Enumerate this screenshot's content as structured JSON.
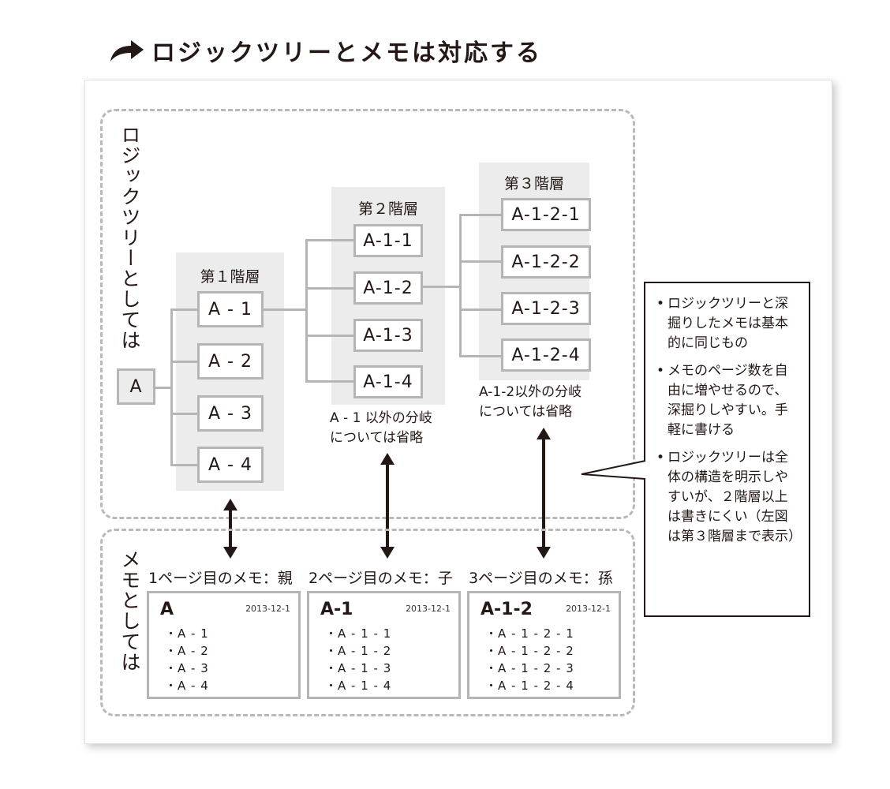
{
  "heading": {
    "icon": "curved-arrow-icon",
    "title": "ロジックツリーとメモは対応する"
  },
  "logic_tree_section": {
    "label": "ロジックツリーとしては",
    "root": {
      "label": "A"
    },
    "layers": [
      {
        "title": "第１階層",
        "nodes": [
          "A - 1",
          "A - 2",
          "A - 3",
          "A - 4"
        ],
        "note": ""
      },
      {
        "title": "第２階層",
        "nodes": [
          "A-1-1",
          "A-1-2",
          "A-1-3",
          "A-1-4"
        ],
        "note": "A - 1 以外の分岐\nについては省略"
      },
      {
        "title": "第３階層",
        "nodes": [
          "A-1-2-1",
          "A-1-2-2",
          "A-1-2-3",
          "A-1-2-4"
        ],
        "note": "A-1-2以外の分岐\nについては省略"
      }
    ]
  },
  "memo_section": {
    "label": "メモとしては",
    "memos": [
      {
        "title": "1ページ目のメモ：親",
        "heading": "A",
        "date": "2013-12-1",
        "items": [
          "・A - 1",
          "・A - 2",
          "・A - 3",
          "・A - 4"
        ]
      },
      {
        "title": "2ページ目のメモ：子",
        "heading": "A-1",
        "date": "2013-12-1",
        "items": [
          "・A - 1 - 1",
          "・A - 1 - 2",
          "・A - 1 - 3",
          "・A - 1 - 4"
        ]
      },
      {
        "title": "3ページ目のメモ：孫",
        "heading": "A-1-2",
        "date": "2013-12-1",
        "items": [
          "・A - 1 - 2 - 1",
          "・A - 1 - 2 - 2",
          "・A - 1 - 2 - 3",
          "・A - 1 - 2 - 4"
        ]
      }
    ]
  },
  "callout": {
    "bullet": "•",
    "items": [
      "ロジックツリーと深掘りしたメモは基本的に同じもの",
      "メモのページ数を自由に増やせるので、深掘りしやすい。手軽に書ける",
      "ロジックツリーは全体の構造を明示しやすいが、２階層以上は書きにくい（左図は第３階層まで表示）"
    ]
  },
  "colors": {
    "ink": "#231815",
    "line_gray": "#b5b5b5",
    "layer_bg": "#ececec",
    "dash_gray": "#b9b9b9"
  }
}
